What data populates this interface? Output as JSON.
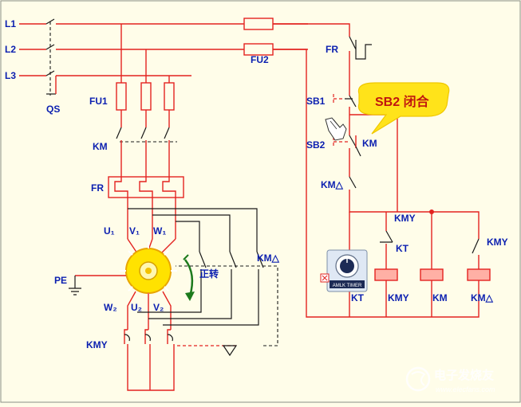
{
  "lines": {
    "l1": "L1",
    "l2": "L2",
    "l3": "L3"
  },
  "main_circuit": {
    "qs": "QS",
    "fu1": "FU1",
    "km": "KM",
    "fr": "FR",
    "u1": "U₁",
    "v1": "V₁",
    "w1": "W₁",
    "pe": "PE",
    "u2": "U₂",
    "v2": "V₂",
    "w2": "W₂",
    "kmy": "KMY",
    "km_delta": "KM△",
    "rotation": "正转"
  },
  "control_circuit": {
    "fu2": "FU2",
    "fr": "FR",
    "sb1": "SB1",
    "sb2": "SB2",
    "km_contact": "KM",
    "km_delta_contact": "KM△",
    "kmy_contact_top": "KMY",
    "kt_contact": "KT",
    "kmy_contact_right": "KMY",
    "coil_kt": "KT",
    "coil_kmy": "KMY",
    "coil_km": "KM",
    "coil_km_delta": "KM△"
  },
  "callout": {
    "text": "SB2 闭合"
  },
  "timer_face": {
    "brand": "AMLK TIMER"
  },
  "watermark": {
    "title": "电子发烧友",
    "url": "www.elecfans.com"
  },
  "colors": {
    "wire": "#e32320",
    "label": "#0b1fb0",
    "background": "#fffde9",
    "callout_fill": "#ffe31a"
  }
}
